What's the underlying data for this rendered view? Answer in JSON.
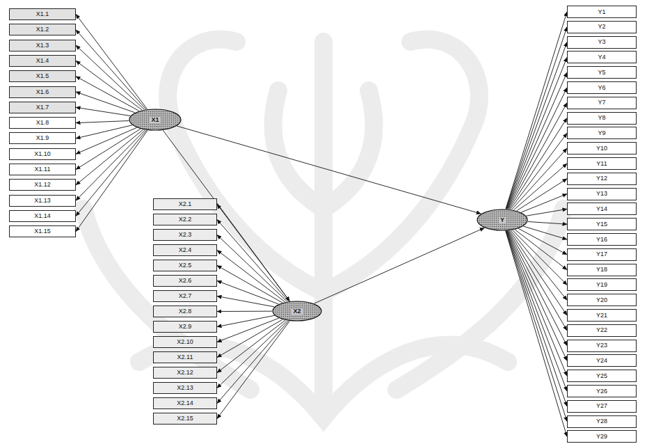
{
  "diagram": {
    "nodes": [
      {
        "text": [
          "X1"
        ]
      },
      {
        "text": [
          "X2"
        ]
      },
      {
        "text": [
          "Y"
        ]
      },
      {
        "text": [
          "X1.1"
        ]
      },
      {
        "text": [
          "X1.2"
        ]
      },
      {
        "text": [
          "X1.3"
        ]
      },
      {
        "text": [
          "X1.4"
        ]
      },
      {
        "text": [
          "X1.5"
        ]
      },
      {
        "text": [
          "X1.6"
        ]
      },
      {
        "text": [
          "X1.7"
        ]
      },
      {
        "text": [
          "X1.8"
        ]
      },
      {
        "text": [
          "X1.9"
        ]
      },
      {
        "text": [
          "X1.10"
        ]
      },
      {
        "text": [
          "X1.11"
        ]
      },
      {
        "text": [
          "X1.12"
        ]
      },
      {
        "text": [
          "X1.13"
        ]
      },
      {
        "text": [
          "X1.14"
        ]
      },
      {
        "text": [
          "X1.15"
        ]
      },
      {
        "text": [
          "X2.1"
        ]
      },
      {
        "text": [
          "X2.2"
        ]
      },
      {
        "text": [
          "X2.3"
        ]
      },
      {
        "text": [
          "X2.4"
        ]
      },
      {
        "text": [
          "X2.5"
        ]
      },
      {
        "text": [
          "X2.6"
        ]
      },
      {
        "text": [
          "X2.7"
        ]
      },
      {
        "text": [
          "X2.8"
        ]
      },
      {
        "text": [
          "X2.9"
        ]
      },
      {
        "text": [
          "X2.10"
        ]
      },
      {
        "text": [
          "X2.11"
        ]
      },
      {
        "text": [
          "X2.12"
        ]
      },
      {
        "text": [
          "X2.13"
        ]
      },
      {
        "text": [
          "X2.14"
        ]
      },
      {
        "text": [
          "X2.15"
        ]
      },
      {
        "text": [
          "Y1"
        ]
      },
      {
        "text": [
          "Y2"
        ]
      },
      {
        "text": [
          "Y3"
        ]
      },
      {
        "text": [
          "Y4"
        ]
      },
      {
        "text": [
          "Y5"
        ]
      },
      {
        "text": [
          "Y6"
        ]
      },
      {
        "text": [
          "Y7"
        ]
      },
      {
        "text": [
          "Y8"
        ]
      },
      {
        "text": [
          "Y9"
        ]
      },
      {
        "text": [
          "Y10"
        ]
      },
      {
        "text": [
          "Y11"
        ]
      },
      {
        "text": [
          "Y12"
        ]
      },
      {
        "text": [
          "Y13"
        ]
      },
      {
        "text": [
          "Y14"
        ]
      },
      {
        "text": [
          "Y15"
        ]
      },
      {
        "text": [
          "Y16"
        ]
      },
      {
        "text": [
          "Y17"
        ]
      },
      {
        "text": [
          "Y18"
        ]
      },
      {
        "text": [
          "Y19"
        ]
      },
      {
        "text": [
          "Y20"
        ]
      },
      {
        "text": [
          "Y21"
        ]
      },
      {
        "text": [
          "Y22"
        ]
      },
      {
        "text": [
          "Y23"
        ]
      },
      {
        "text": [
          "Y24"
        ]
      },
      {
        "text": [
          "Y25"
        ]
      },
      {
        "text": [
          "Y26"
        ]
      },
      {
        "text": [
          "Y27"
        ]
      },
      {
        "text": [
          "Y28"
        ]
      },
      {
        "text": [
          "Y29"
        ]
      }
    ],
    "edges": [
      {
        "from": 0,
        "to": 2,
        "arrow": "to"
      },
      {
        "from": 0,
        "to": 1,
        "arrow": "to"
      },
      {
        "from": 1,
        "to": 2,
        "arrow": "to"
      },
      {
        "from": 0,
        "to": 3,
        "arrow": "to"
      },
      {
        "from": 0,
        "to": 4,
        "arrow": "to"
      },
      {
        "from": 0,
        "to": 5,
        "arrow": "to"
      },
      {
        "from": 0,
        "to": 6,
        "arrow": "to"
      },
      {
        "from": 0,
        "to": 7,
        "arrow": "to"
      },
      {
        "from": 0,
        "to": 8,
        "arrow": "to"
      },
      {
        "from": 0,
        "to": 9,
        "arrow": "to"
      },
      {
        "from": 0,
        "to": 10,
        "arrow": "to"
      },
      {
        "from": 0,
        "to": 11,
        "arrow": "to"
      },
      {
        "from": 0,
        "to": 12,
        "arrow": "to"
      },
      {
        "from": 0,
        "to": 13,
        "arrow": "to"
      },
      {
        "from": 0,
        "to": 14,
        "arrow": "to"
      },
      {
        "from": 0,
        "to": 15,
        "arrow": "to"
      },
      {
        "from": 0,
        "to": 16,
        "arrow": "to"
      },
      {
        "from": 0,
        "to": 17,
        "arrow": "to"
      },
      {
        "from": 1,
        "to": 18,
        "arrow": "to"
      },
      {
        "from": 1,
        "to": 19,
        "arrow": "to"
      },
      {
        "from": 1,
        "to": 20,
        "arrow": "to"
      },
      {
        "from": 1,
        "to": 21,
        "arrow": "to"
      },
      {
        "from": 1,
        "to": 22,
        "arrow": "to"
      },
      {
        "from": 1,
        "to": 23,
        "arrow": "to"
      },
      {
        "from": 1,
        "to": 24,
        "arrow": "to"
      },
      {
        "from": 1,
        "to": 25,
        "arrow": "to"
      },
      {
        "from": 1,
        "to": 26,
        "arrow": "to"
      },
      {
        "from": 1,
        "to": 27,
        "arrow": "to"
      },
      {
        "from": 1,
        "to": 28,
        "arrow": "to"
      },
      {
        "from": 1,
        "to": 29,
        "arrow": "to"
      },
      {
        "from": 1,
        "to": 30,
        "arrow": "to"
      },
      {
        "from": 1,
        "to": 31,
        "arrow": "to"
      },
      {
        "from": 1,
        "to": 32,
        "arrow": "to"
      },
      {
        "from": 2,
        "to": 33,
        "arrow": "to"
      },
      {
        "from": 2,
        "to": 34,
        "arrow": "to"
      },
      {
        "from": 2,
        "to": 35,
        "arrow": "to"
      },
      {
        "from": 2,
        "to": 36,
        "arrow": "to"
      },
      {
        "from": 2,
        "to": 37,
        "arrow": "to"
      },
      {
        "from": 2,
        "to": 38,
        "arrow": "to"
      },
      {
        "from": 2,
        "to": 39,
        "arrow": "to"
      },
      {
        "from": 2,
        "to": 40,
        "arrow": "to"
      },
      {
        "from": 2,
        "to": 41,
        "arrow": "to"
      },
      {
        "from": 2,
        "to": 42,
        "arrow": "to"
      },
      {
        "from": 2,
        "to": 43,
        "arrow": "to"
      },
      {
        "from": 2,
        "to": 44,
        "arrow": "to"
      },
      {
        "from": 2,
        "to": 45,
        "arrow": "to"
      },
      {
        "from": 2,
        "to": 46,
        "arrow": "to"
      },
      {
        "from": 2,
        "to": 47,
        "arrow": "to"
      },
      {
        "from": 2,
        "to": 48,
        "arrow": "to"
      },
      {
        "from": 2,
        "to": 49,
        "arrow": "to"
      },
      {
        "from": 2,
        "to": 50,
        "arrow": "to"
      },
      {
        "from": 2,
        "to": 51,
        "arrow": "to"
      },
      {
        "from": 2,
        "to": 52,
        "arrow": "to"
      },
      {
        "from": 2,
        "to": 53,
        "arrow": "to"
      },
      {
        "from": 2,
        "to": 54,
        "arrow": "to"
      },
      {
        "from": 2,
        "to": 55,
        "arrow": "to"
      },
      {
        "from": 2,
        "to": 56,
        "arrow": "to"
      },
      {
        "from": 2,
        "to": 57,
        "arrow": "to"
      },
      {
        "from": 2,
        "to": 58,
        "arrow": "to"
      },
      {
        "from": 2,
        "to": 59,
        "arrow": "to"
      },
      {
        "from": 2,
        "to": 60,
        "arrow": "to"
      },
      {
        "from": 2,
        "to": 61,
        "arrow": "to"
      }
    ]
  }
}
